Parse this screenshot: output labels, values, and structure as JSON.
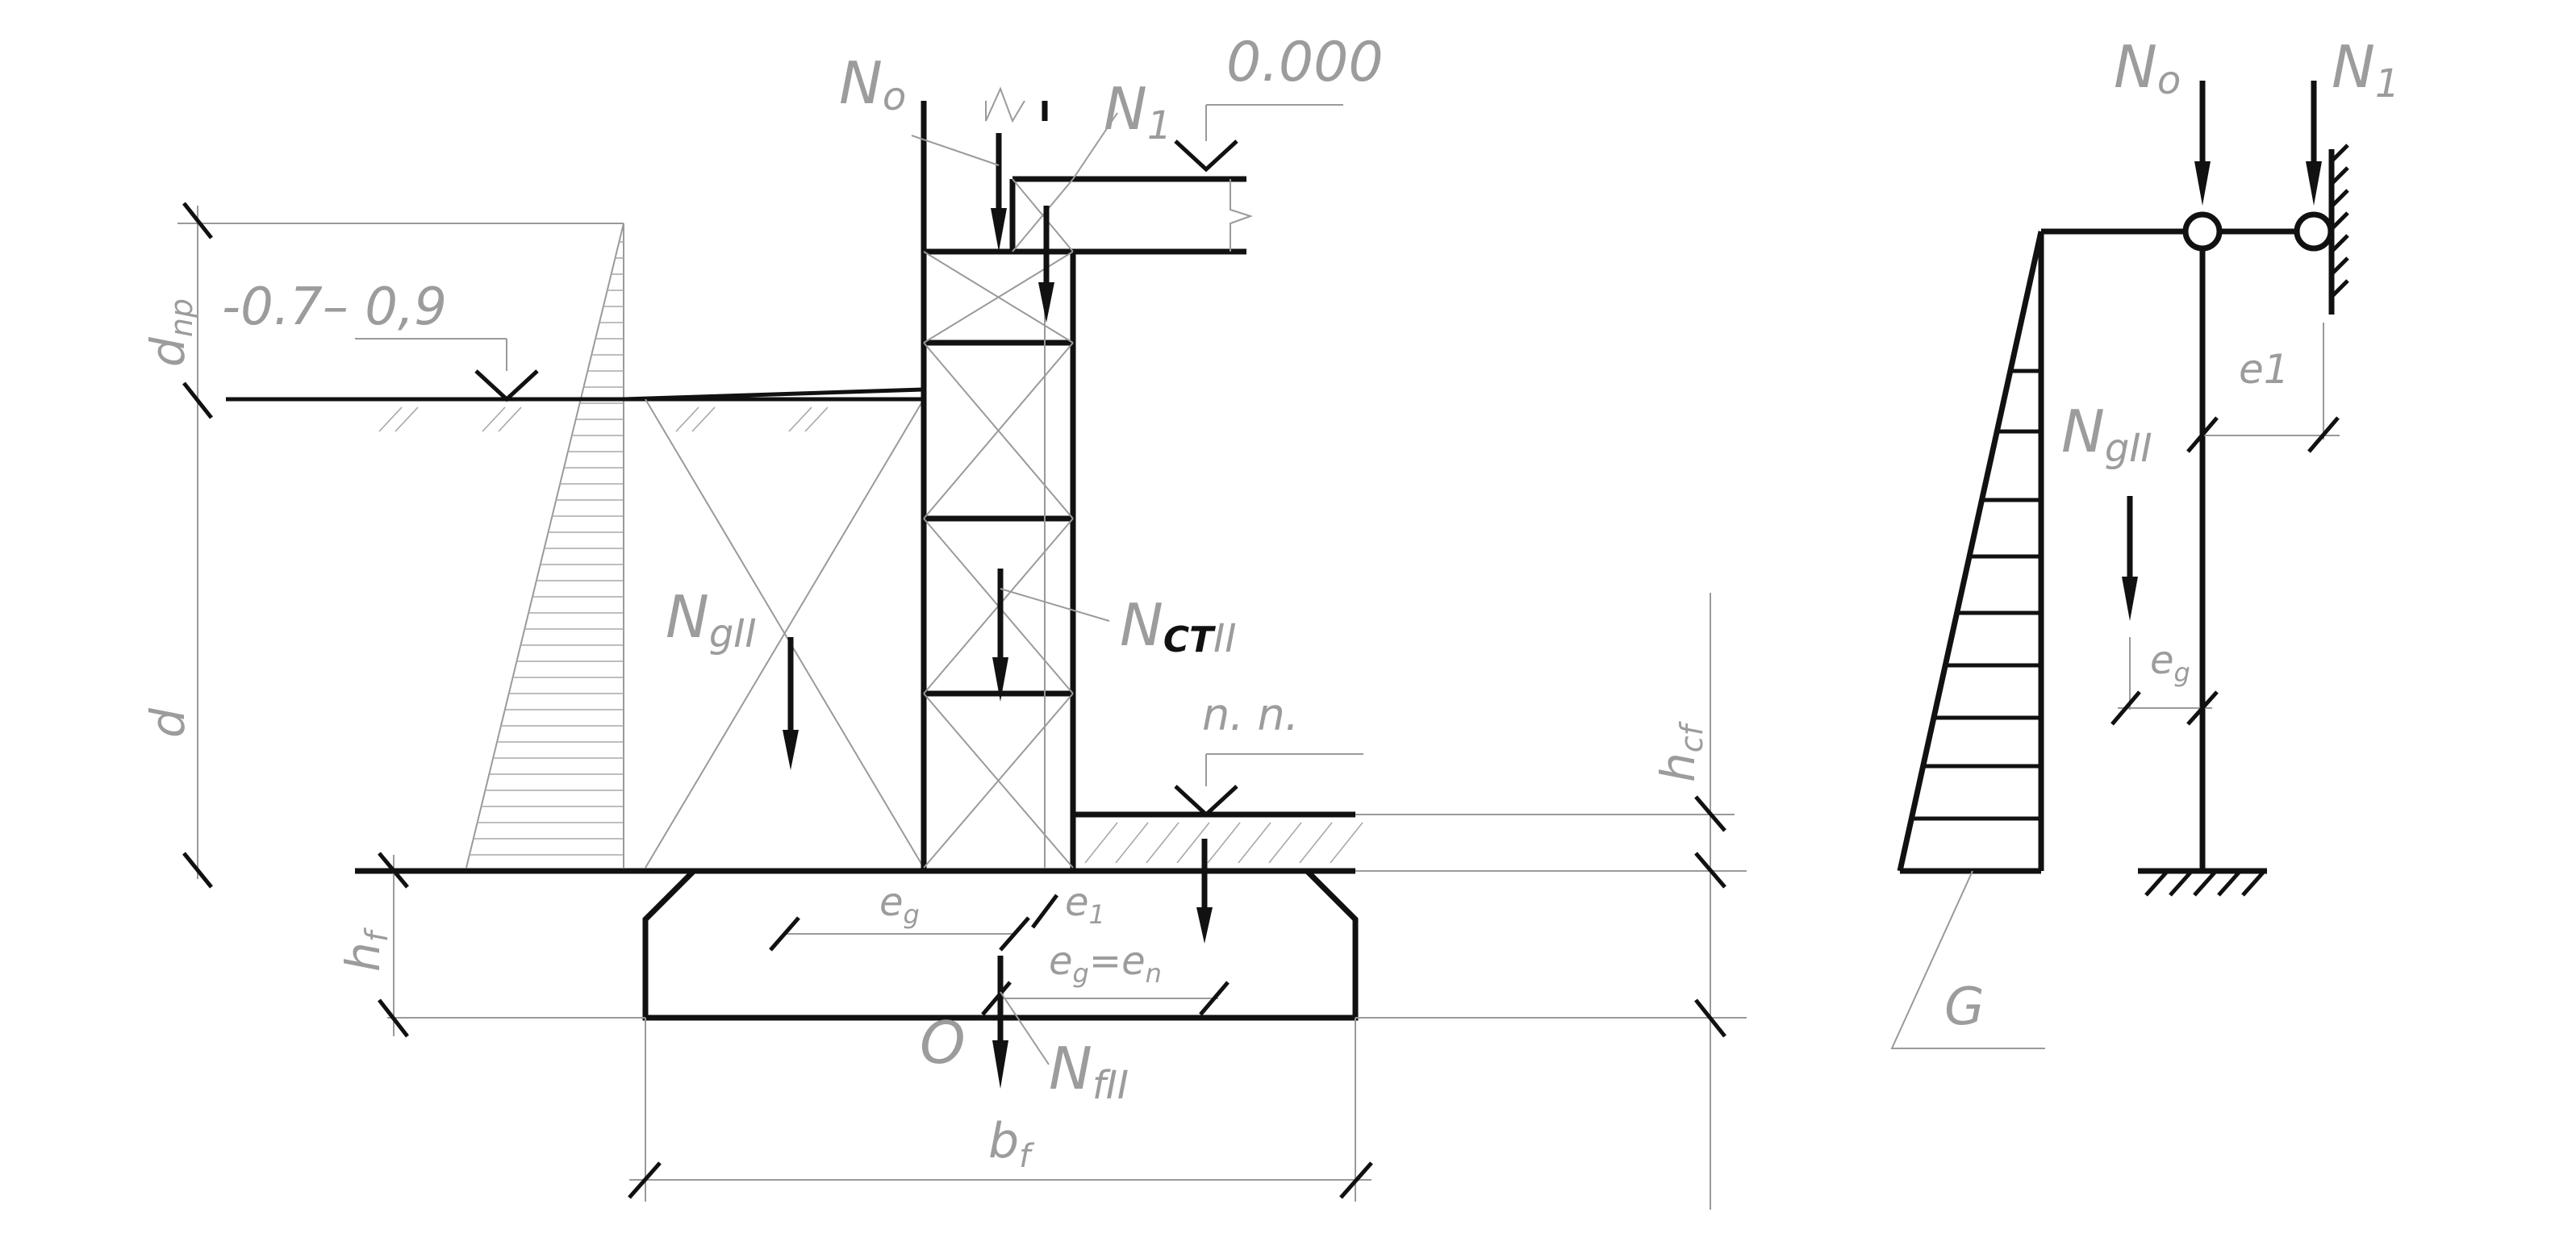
{
  "left_view": {
    "level_top": "0.000",
    "level_ground": "-0.7– 0,9",
    "floor_mark": "n. n.",
    "dim_frost": {
      "main": "d",
      "sub": "np"
    },
    "dim_depth": "d",
    "dim_hf": {
      "main": "h",
      "sub": "f"
    },
    "dim_hcf": {
      "main": "h",
      "sub": "cf"
    },
    "dim_bf": {
      "main": "b",
      "sub": "f"
    },
    "load_n0": {
      "main": "N",
      "sub": "o"
    },
    "load_n1": {
      "main": "N",
      "sub": "1"
    },
    "load_ngll": {
      "main": "N",
      "sub": "gII"
    },
    "load_nctll": {
      "main": "N",
      "sub_bold": "CT",
      "sub": "II"
    },
    "load_nfll": {
      "main": "N",
      "sub": "fII"
    },
    "ecc_eg": {
      "main": "e",
      "sub": "g"
    },
    "ecc_e1": {
      "main": "e",
      "sub": "1"
    },
    "ecc_eq": {
      "main": "e",
      "sub1": "g",
      "eq": "=",
      "main2": "e",
      "sub2": "n"
    },
    "origin": "O"
  },
  "right_view": {
    "load_n0": {
      "main": "N",
      "sub": "o"
    },
    "load_n1": {
      "main": "N",
      "sub": "1"
    },
    "load_ngll": {
      "main": "N",
      "sub": "gII"
    },
    "ecc_e1": "e1",
    "ecc_eg": {
      "main": "e",
      "sub": "g"
    },
    "pressure": "G"
  },
  "colors": {
    "line_dark": "#111111",
    "line_grey": "#9a9a9a",
    "text_grey": "#9c9c9c"
  }
}
